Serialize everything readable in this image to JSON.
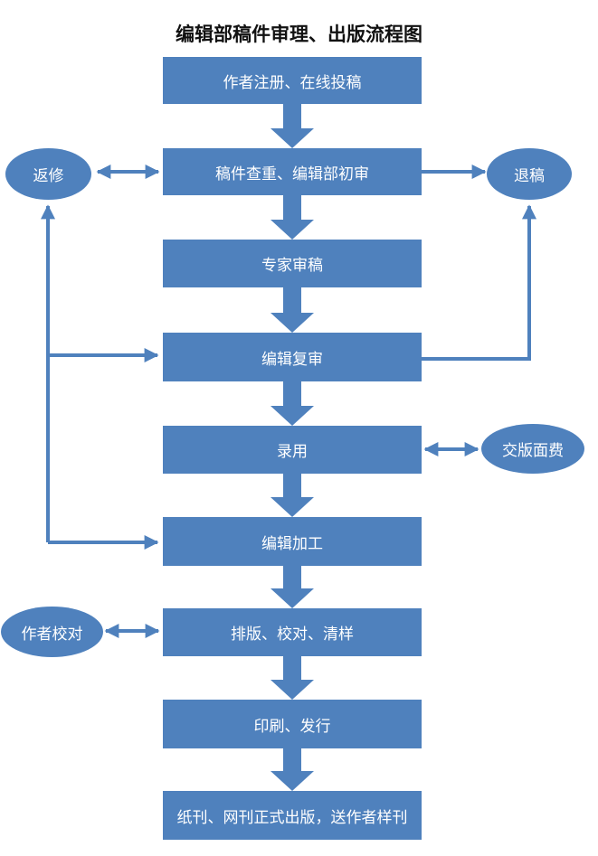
{
  "title": "编辑部稿件审理、出版流程图",
  "steps": [
    "作者注册、在线投稿",
    "稿件查重、编辑部初审",
    "专家审稿",
    "编辑复审",
    "录用",
    "编辑加工",
    "排版、校对、清样",
    "印刷、发行",
    "纸刊、网刊正式出版，送作者样刊"
  ],
  "side_nodes": {
    "revise": "返修",
    "reject": "退稿",
    "fee": "交版面费",
    "author_proof": "作者校对"
  },
  "colors": {
    "node_fill": "#4f81bd",
    "connector": "#4f81bd",
    "text": "#ffffff"
  }
}
